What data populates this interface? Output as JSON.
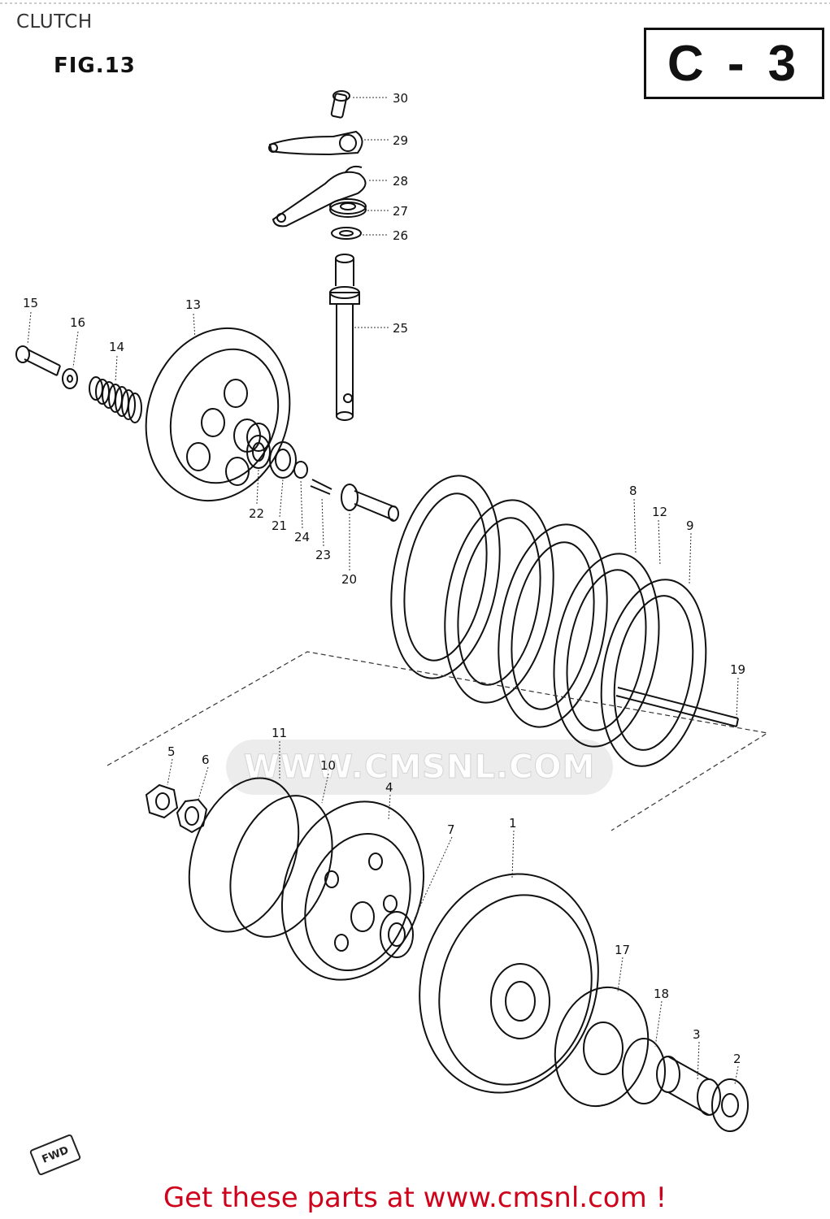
{
  "page": {
    "title": "CLUTCH"
  },
  "figure": {
    "label": "FIG.13",
    "section": "C - 3"
  },
  "watermark": {
    "text": "WWW.CMSNL.COM"
  },
  "direction_arrow": {
    "label": "FWD"
  },
  "parts": [
    {
      "number": "30"
    },
    {
      "number": "29"
    },
    {
      "number": "28"
    },
    {
      "number": "27"
    },
    {
      "number": "26"
    },
    {
      "number": "25"
    },
    {
      "number": "15"
    },
    {
      "number": "16"
    },
    {
      "number": "14"
    },
    {
      "number": "13"
    },
    {
      "number": "22"
    },
    {
      "number": "21"
    },
    {
      "number": "24"
    },
    {
      "number": "23"
    },
    {
      "number": "20"
    },
    {
      "number": "8"
    },
    {
      "number": "12"
    },
    {
      "number": "9"
    },
    {
      "number": "19"
    },
    {
      "number": "11"
    },
    {
      "number": "10"
    },
    {
      "number": "5"
    },
    {
      "number": "6"
    },
    {
      "number": "4"
    },
    {
      "number": "7"
    },
    {
      "number": "1"
    },
    {
      "number": "17"
    },
    {
      "number": "18"
    },
    {
      "number": "3"
    },
    {
      "number": "2"
    }
  ],
  "footer": {
    "cta": "Get these parts at www.cmsnl.com !"
  }
}
